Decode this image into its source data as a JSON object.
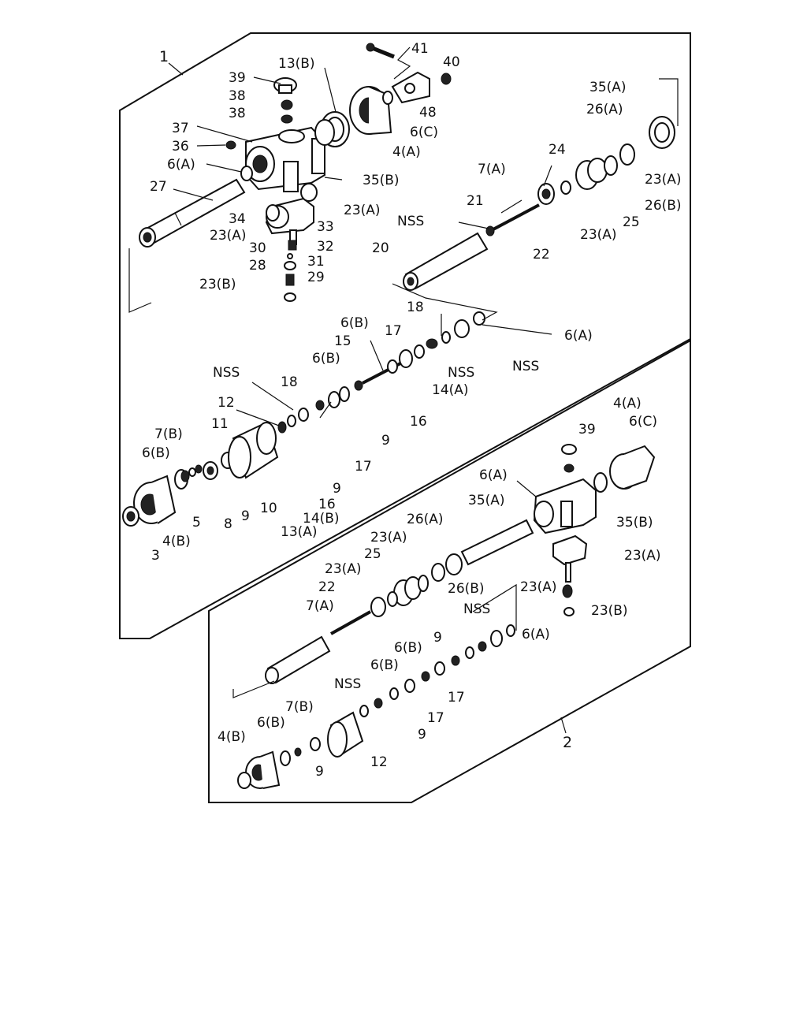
{
  "assemblies": [
    {
      "id": "1",
      "label": "1"
    },
    {
      "id": "2",
      "label": "2"
    }
  ],
  "callouts": {
    "upper": [
      "41",
      "40",
      "39",
      "38",
      "38",
      "37",
      "36",
      "6(A)",
      "27",
      "13(B)",
      "48",
      "6(C)",
      "4(A)",
      "35(B)",
      "35(A)",
      "26(A)",
      "24",
      "23(A)",
      "7(A)",
      "21",
      "26(B)",
      "25",
      "23(A)",
      "22",
      "NSS",
      "20",
      "34",
      "23(A)",
      "33",
      "23(A)",
      "32",
      "30",
      "31",
      "28",
      "29",
      "23(B)"
    ],
    "middle": [
      "18",
      "6(A)",
      "6(B)",
      "17",
      "15",
      "NSS",
      "NSS",
      "6(B)",
      "14(A)",
      "NSS",
      "18",
      "16",
      "9",
      "12",
      "11",
      "17",
      "7(B)",
      "9",
      "6(B)",
      "16",
      "5",
      "14(B)",
      "10",
      "9",
      "8",
      "13(A)",
      "4(B)",
      "3"
    ],
    "lower": [
      "4(A)",
      "6(C)",
      "39",
      "6(A)",
      "35(A)",
      "35(B)",
      "26(A)",
      "23(A)",
      "23(A)",
      "25",
      "26(B)",
      "23(A)",
      "23(A)",
      "22",
      "23(B)",
      "7(A)",
      "NSS",
      "6(A)",
      "9",
      "6(B)",
      "6(B)",
      "17",
      "NSS",
      "17",
      "7(B)",
      "9",
      "4(B)",
      "6(B)",
      "12",
      "9"
    ]
  }
}
